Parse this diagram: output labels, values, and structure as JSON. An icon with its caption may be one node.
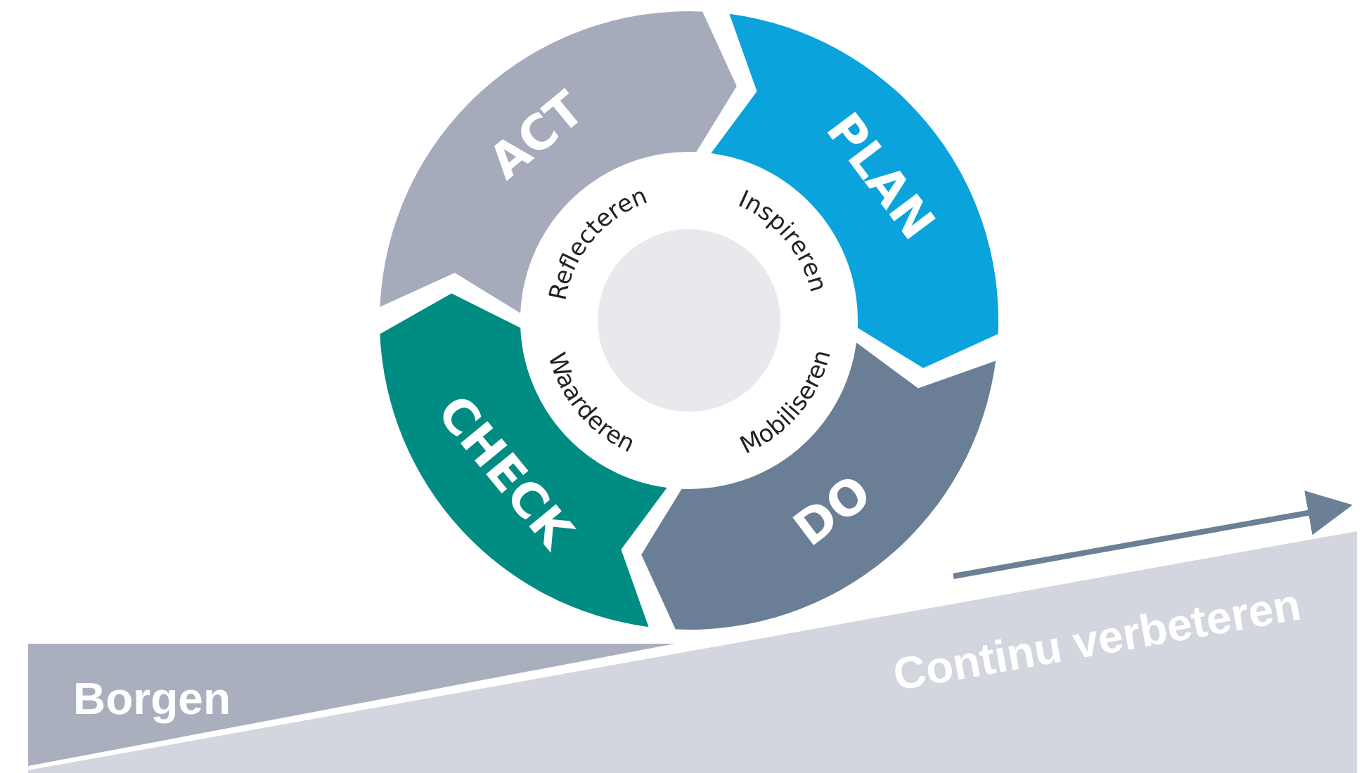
{
  "diagram": {
    "nodes": [
      {
        "text": [
          "ACT"
        ]
      },
      {
        "text": [
          "PLAN"
        ]
      },
      {
        "text": [
          "DO"
        ]
      },
      {
        "text": [
          "CHECK"
        ]
      },
      {
        "text": [
          "Borgen"
        ]
      },
      {
        "text": [
          "Continu verbeteren"
        ]
      },
      {
        "text": [],
        "shape": "circle"
      }
    ],
    "labels": [
      "Reflecteren",
      "Inspireren",
      "Waarderen",
      "Mobiliseren"
    ]
  }
}
